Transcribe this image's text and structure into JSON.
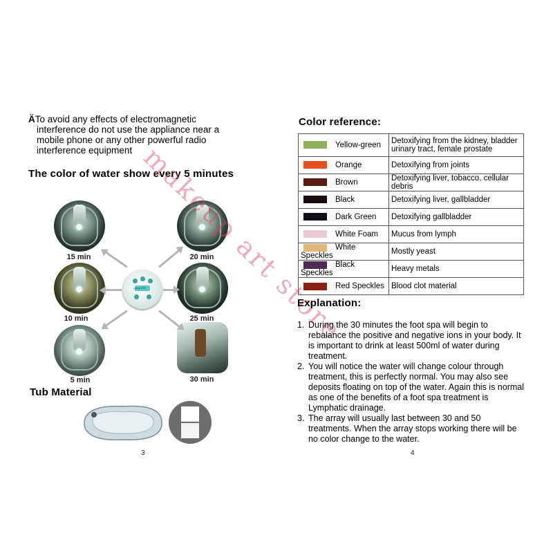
{
  "left_page": {
    "warning": {
      "mark": "Ä",
      "lines": [
        "To avoid any effects of electromagnetic",
        "interference do not use the appliance near a",
        "mobile phone or any other powerful radio",
        "interference equipment"
      ]
    },
    "color_title": "The color of water show every 5 minutes",
    "photos": [
      {
        "label": "15 min"
      },
      {
        "label": "20 min"
      },
      {
        "label": "10 min"
      },
      {
        "label": "25 min"
      },
      {
        "label": "5 min"
      },
      {
        "label": "30 min"
      }
    ],
    "controller_text": "Lotus ION",
    "tub_title": "Tub Material",
    "page_number": "3"
  },
  "right_page": {
    "color_reference_title": "Color reference:",
    "color_reference": [
      {
        "swatch": "#8fb05a",
        "name": "Yellow-green",
        "meaning": "Detoxifying from the kidney, bladder urinary tract, female prostate"
      },
      {
        "swatch": "#e8501f",
        "name": "Orange",
        "meaning": "Detoxifying from joints"
      },
      {
        "swatch": "#5a1c10",
        "name": "Brown",
        "meaning": "Detoxifying liver, tobacco, cellular debris"
      },
      {
        "swatch": "#1a0d0d",
        "name": "Black",
        "meaning": "Detoxifying liver, gallbladder"
      },
      {
        "swatch": "#101018",
        "name": "Dark Green",
        "meaning": "Detoxifying gallbladder"
      },
      {
        "swatch": "#e9c9d6",
        "name": "White Foam",
        "meaning": "Mucus from lymph"
      },
      {
        "swatch": "#e2b87a",
        "name": "White Speckles",
        "meaning": "Mostly yeast"
      },
      {
        "swatch": "#4e2a55",
        "name": "Black Speckles",
        "meaning": "Heavy metals"
      },
      {
        "swatch": "#8e1e14",
        "name": "Red Speckles",
        "meaning": "Blood clot material"
      }
    ],
    "explanation_title": "Explanation:",
    "explanation": [
      {
        "num": "1.",
        "text": "During the 30 minutes the foot spa will begin to rebalance the positive and negative ions in your body. It is important to drink at least 500ml of water during treatment."
      },
      {
        "num": "2.",
        "text": "You will notice the water will change colour through treatment, this is perfectly normal. You may also see deposits floating on top of the water. Again this is normal as one of the benefits of a foot spa treatment is Lymphatic drainage."
      },
      {
        "num": "3.",
        "text": "The array will usually last between 30 and 50 treatments. When the array stops working there will be no color change to the water."
      }
    ],
    "page_number": "4"
  },
  "watermark": "makeup art store"
}
